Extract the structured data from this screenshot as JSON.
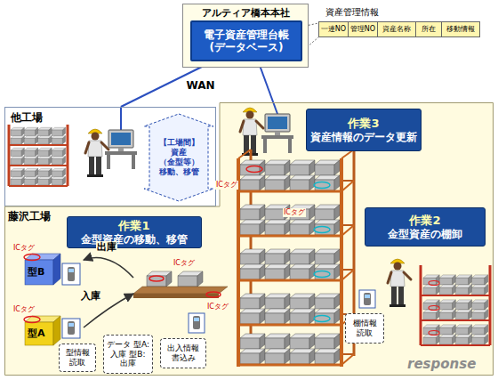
{
  "diagram": {
    "nodes": [
      {
        "text": [
          "アルティア橋本本社"
        ]
      },
      {
        "text": [
          "電子資産管理台帳 (データベース)"
        ],
        "in": 0
      },
      {
        "text": [
          "他工場"
        ]
      },
      {
        "text": [
          "【工場間】 資産（金型等） 移動、移管"
        ],
        "in": 2
      },
      {
        "text": [
          "藤沢工場"
        ]
      },
      {
        "text": [
          "作業3",
          "資産情報のデータ更新"
        ],
        "in": 4
      },
      {
        "text": [
          "作業1",
          "金型資産の移動、移管"
        ],
        "in": 4
      },
      {
        "text": [
          "作業2",
          "金型資産の棚卸"
        ],
        "in": 4
      },
      {
        "text": [
          "型情報 読取"
        ],
        "in": 4
      },
      {
        "text": [
          "データ 型A:入庫 型B:出庫"
        ],
        "in": 4
      },
      {
        "text": [
          "出入情報 書込み"
        ],
        "in": 4
      },
      {
        "text": [
          "棚情報 読取"
        ],
        "in": 4
      }
    ],
    "edges": [
      {
        "from": 2,
        "to": 1,
        "label": "WAN",
        "arrow": "none"
      }
    ],
    "labels": [
      "資産管理情報",
      "一連NO",
      "管理NO",
      "資産名称",
      "所在",
      "移動情報",
      "ICタグ",
      "型B",
      "出庫",
      "ICタグ",
      "入庫",
      "ICタグ",
      "型A",
      "ICタグ",
      "ICタグ",
      "ICタグ",
      "response"
    ]
  }
}
